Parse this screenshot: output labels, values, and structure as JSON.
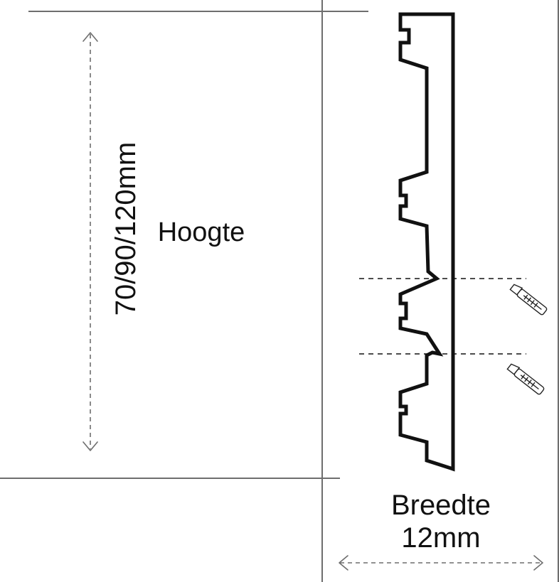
{
  "labels": {
    "height_value": "70/90/120mm",
    "height_name": "Hoogte",
    "width_name": "Breedte",
    "width_value": "12mm"
  },
  "icons": {
    "cutter_1": "utility-knife-icon",
    "cutter_2": "utility-knife-icon"
  }
}
